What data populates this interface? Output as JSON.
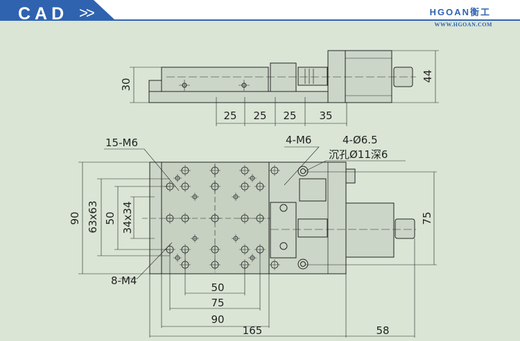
{
  "header": {
    "title": "CAD",
    "arrows": ">>",
    "brand": "HGOAN衡工",
    "url": "WWW.HGOAN.COM",
    "color": "#2f63b0"
  },
  "side_view": {
    "height_left": "30",
    "height_right": "44",
    "spacing": [
      "25",
      "25",
      "25",
      "35"
    ]
  },
  "top_view": {
    "labels": {
      "m6_15": "15-M6",
      "m4_8": "8-M4",
      "m6_4": "4-M6",
      "hole_dia": "4-Ø6.5",
      "counterbore": "沉孔Ø11深6"
    },
    "dims": {
      "width": "90",
      "pattern_63": "63x63",
      "pitch_50": "50",
      "pattern_34": "34x34",
      "right_75": "75",
      "bottom_50": "50",
      "bottom_75": "75",
      "bottom_90": "90",
      "length": "165",
      "motor": "58"
    }
  }
}
